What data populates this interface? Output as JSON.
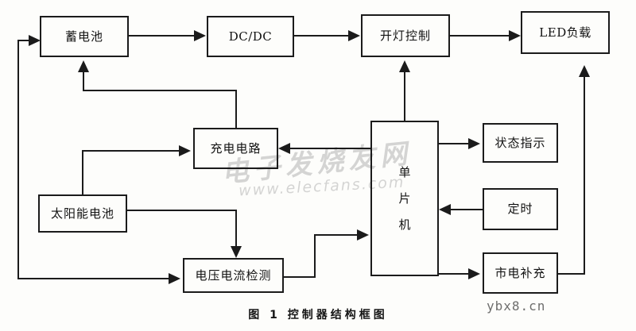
{
  "figure": {
    "caption": "图 1  控制器结构框图",
    "watermarks": {
      "chinese": "电子发烧友网",
      "url": "www.elecfans.com",
      "site": "ybx8.cn"
    }
  },
  "blocks": {
    "battery": "蓄电池",
    "dcdc": "DC/DC",
    "light_control": "开灯控制",
    "led_load": "LED负载",
    "charge_circuit": "充电电路",
    "solar_cell": "太阳能电池",
    "voltage_current_detect": "电压电流检测",
    "mcu_chars": [
      "单",
      "片",
      "机"
    ],
    "status_indicator": "状态指示",
    "timer": "定时",
    "mains_supplement": "市电补充"
  },
  "style": {
    "stroke": "#1b1b1b",
    "background": "#fdfdfb"
  }
}
